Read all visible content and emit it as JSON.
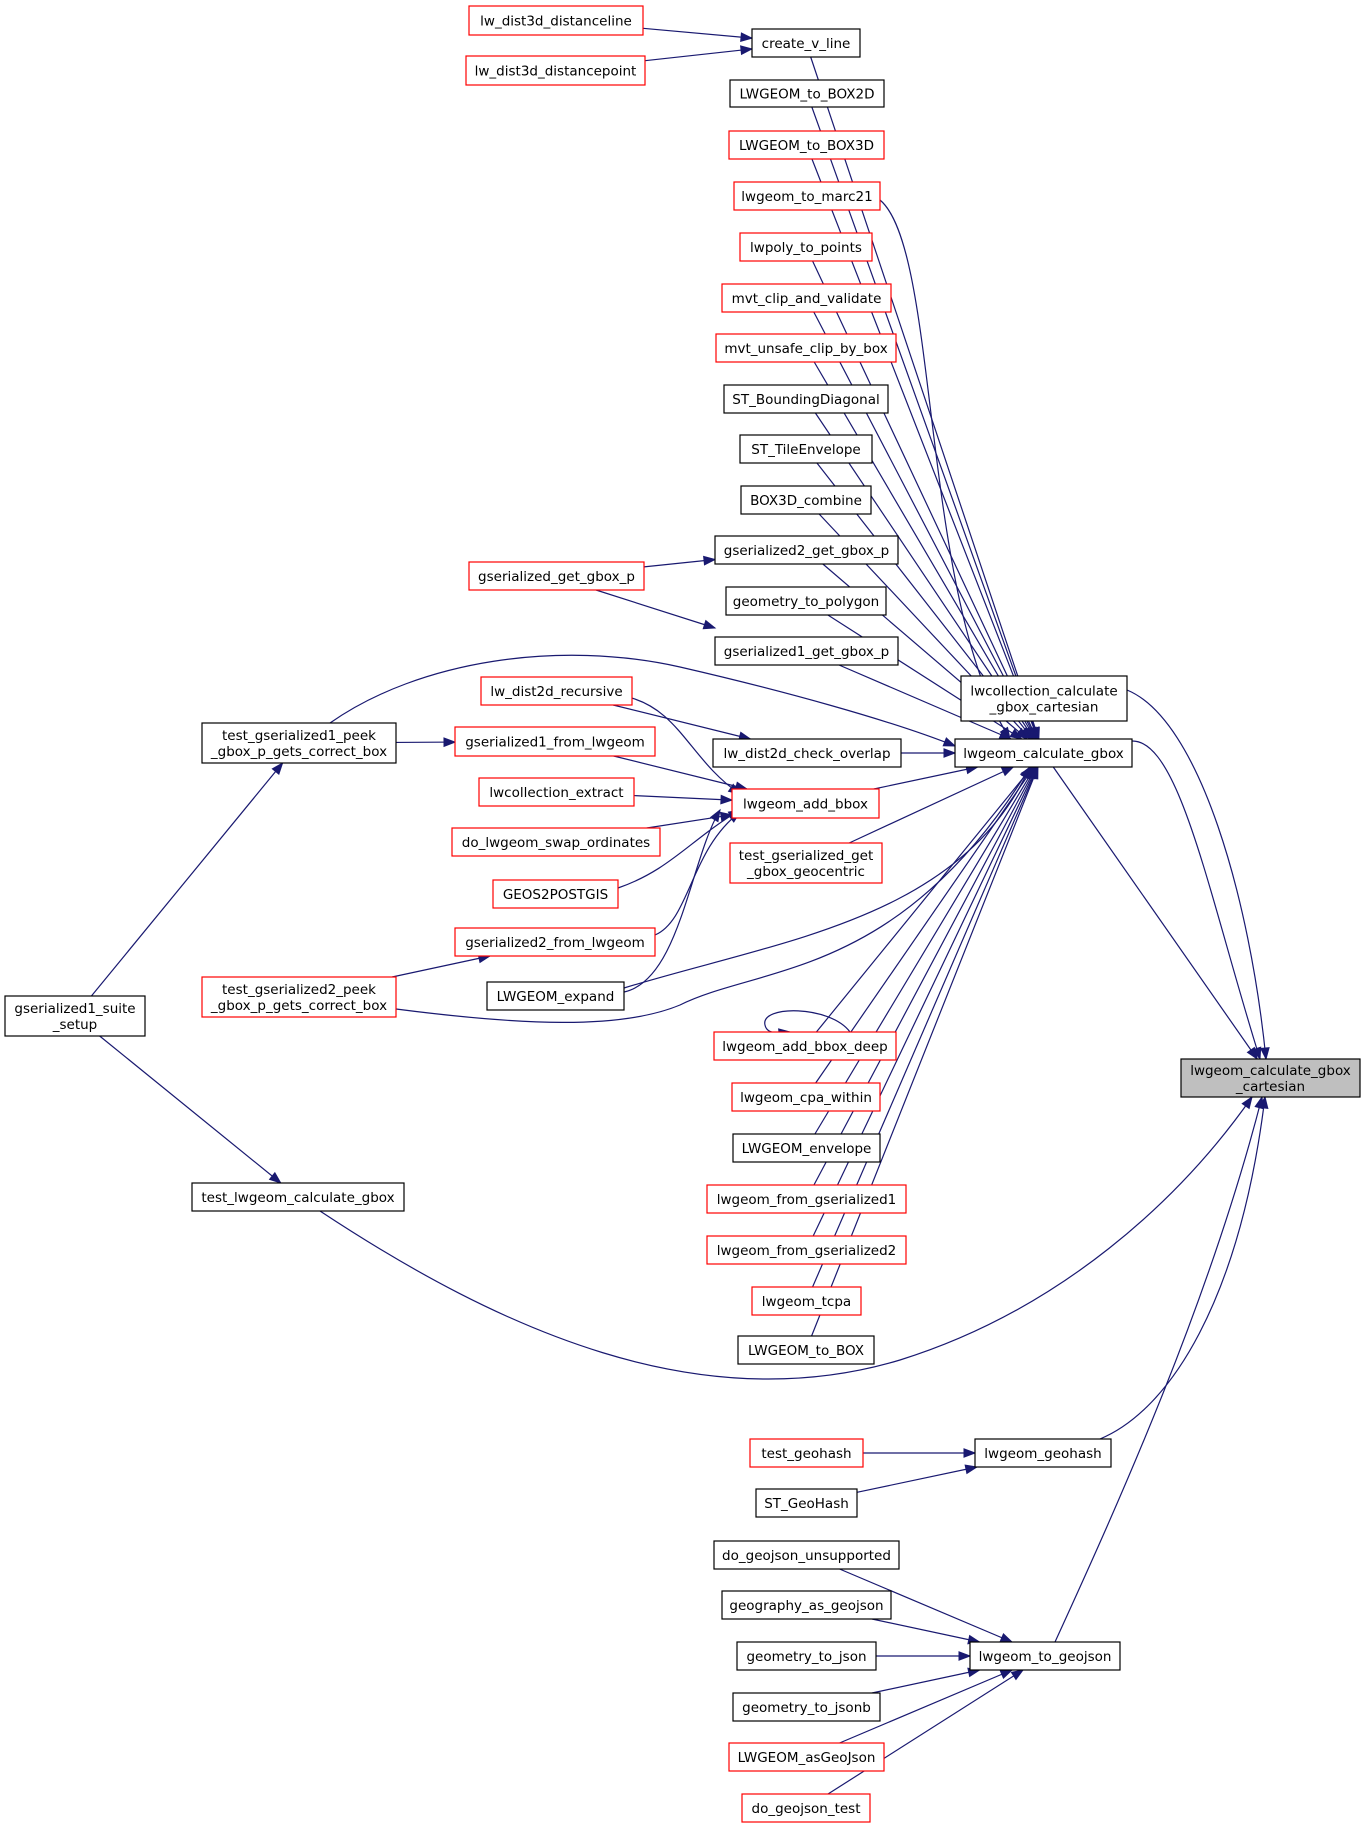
{
  "colors": {
    "edge": "#191970",
    "node_border_default": "#000000",
    "node_border_truncated": "#ff0000",
    "focus_fill": "#bfbfbf",
    "node_fill": "#ffffff"
  },
  "nodes": [
    {
      "id": "lw_dist3d_distanceline",
      "lines": [
        "lw_dist3d_distanceline"
      ],
      "border": "red"
    },
    {
      "id": "lw_dist3d_distancepoint",
      "lines": [
        "lw_dist3d_distancepoint"
      ],
      "border": "red"
    },
    {
      "id": "create_v_line",
      "lines": [
        "create_v_line"
      ],
      "border": "black"
    },
    {
      "id": "LWGEOM_to_BOX2D",
      "lines": [
        "LWGEOM_to_BOX2D"
      ],
      "border": "black"
    },
    {
      "id": "LWGEOM_to_BOX3D",
      "lines": [
        "LWGEOM_to_BOX3D"
      ],
      "border": "red"
    },
    {
      "id": "lwgeom_to_marc21",
      "lines": [
        "lwgeom_to_marc21"
      ],
      "border": "red"
    },
    {
      "id": "lwpoly_to_points",
      "lines": [
        "lwpoly_to_points"
      ],
      "border": "red"
    },
    {
      "id": "mvt_clip_and_validate",
      "lines": [
        "mvt_clip_and_validate"
      ],
      "border": "red"
    },
    {
      "id": "mvt_unsafe_clip_by_box",
      "lines": [
        "mvt_unsafe_clip_by_box"
      ],
      "border": "red"
    },
    {
      "id": "ST_BoundingDiagonal",
      "lines": [
        "ST_BoundingDiagonal"
      ],
      "border": "black"
    },
    {
      "id": "ST_TileEnvelope",
      "lines": [
        "ST_TileEnvelope"
      ],
      "border": "black"
    },
    {
      "id": "BOX3D_combine",
      "lines": [
        "BOX3D_combine"
      ],
      "border": "black"
    },
    {
      "id": "gserialized2_get_gbox_p",
      "lines": [
        "gserialized2_get_gbox_p"
      ],
      "border": "black"
    },
    {
      "id": "gserialized_get_gbox_p",
      "lines": [
        "gserialized_get_gbox_p"
      ],
      "border": "red"
    },
    {
      "id": "geometry_to_polygon",
      "lines": [
        "geometry_to_polygon"
      ],
      "border": "black"
    },
    {
      "id": "gserialized1_get_gbox_p",
      "lines": [
        "gserialized1_get_gbox_p"
      ],
      "border": "black"
    },
    {
      "id": "lwcollection_calculate_gbox_cartesian",
      "lines": [
        "lwcollection_calculate",
        "_gbox_cartesian"
      ],
      "border": "black"
    },
    {
      "id": "lw_dist2d_recursive",
      "lines": [
        "lw_dist2d_recursive"
      ],
      "border": "red"
    },
    {
      "id": "test_gserialized1_peek",
      "lines": [
        "test_gserialized1_peek",
        "_gbox_p_gets_correct_box"
      ],
      "border": "black"
    },
    {
      "id": "gserialized1_from_lwgeom",
      "lines": [
        "gserialized1_from_lwgeom"
      ],
      "border": "red"
    },
    {
      "id": "lw_dist2d_check_overlap",
      "lines": [
        "lw_dist2d_check_overlap"
      ],
      "border": "black"
    },
    {
      "id": "lwgeom_calculate_gbox",
      "lines": [
        "lwgeom_calculate_gbox"
      ],
      "border": "black"
    },
    {
      "id": "lwcollection_extract",
      "lines": [
        "lwcollection_extract"
      ],
      "border": "red"
    },
    {
      "id": "lwgeom_add_bbox",
      "lines": [
        "lwgeom_add_bbox"
      ],
      "border": "red"
    },
    {
      "id": "do_lwgeom_swap_ordinates",
      "lines": [
        "do_lwgeom_swap_ordinates"
      ],
      "border": "red"
    },
    {
      "id": "test_gserialized_get_gbox_geocentric",
      "lines": [
        "test_gserialized_get",
        "_gbox_geocentric"
      ],
      "border": "red"
    },
    {
      "id": "GEOS2POSTGIS",
      "lines": [
        "GEOS2POSTGIS"
      ],
      "border": "red"
    },
    {
      "id": "gserialized2_from_lwgeom",
      "lines": [
        "gserialized2_from_lwgeom"
      ],
      "border": "red"
    },
    {
      "id": "test_gserialized2_peek",
      "lines": [
        "test_gserialized2_peek",
        "_gbox_p_gets_correct_box"
      ],
      "border": "red"
    },
    {
      "id": "LWGEOM_expand",
      "lines": [
        "LWGEOM_expand"
      ],
      "border": "black"
    },
    {
      "id": "gserialized1_suite_setup",
      "lines": [
        "gserialized1_suite",
        "_setup"
      ],
      "border": "black"
    },
    {
      "id": "lwgeom_add_bbox_deep",
      "lines": [
        "lwgeom_add_bbox_deep"
      ],
      "border": "red"
    },
    {
      "id": "lwgeom_calculate_gbox_cartesian",
      "lines": [
        "lwgeom_calculate_gbox",
        "_cartesian"
      ],
      "border": "black",
      "focus": true
    },
    {
      "id": "lwgeom_cpa_within",
      "lines": [
        "lwgeom_cpa_within"
      ],
      "border": "red"
    },
    {
      "id": "LWGEOM_envelope",
      "lines": [
        "LWGEOM_envelope"
      ],
      "border": "black"
    },
    {
      "id": "test_lwgeom_calculate_gbox",
      "lines": [
        "test_lwgeom_calculate_gbox"
      ],
      "border": "black"
    },
    {
      "id": "lwgeom_from_gserialized1",
      "lines": [
        "lwgeom_from_gserialized1"
      ],
      "border": "red"
    },
    {
      "id": "lwgeom_from_gserialized2",
      "lines": [
        "lwgeom_from_gserialized2"
      ],
      "border": "red"
    },
    {
      "id": "lwgeom_tcpa",
      "lines": [
        "lwgeom_tcpa"
      ],
      "border": "red"
    },
    {
      "id": "LWGEOM_to_BOX",
      "lines": [
        "LWGEOM_to_BOX"
      ],
      "border": "black"
    },
    {
      "id": "test_geohash",
      "lines": [
        "test_geohash"
      ],
      "border": "red"
    },
    {
      "id": "lwgeom_geohash",
      "lines": [
        "lwgeom_geohash"
      ],
      "border": "black"
    },
    {
      "id": "ST_GeoHash",
      "lines": [
        "ST_GeoHash"
      ],
      "border": "black"
    },
    {
      "id": "do_geojson_unsupported",
      "lines": [
        "do_geojson_unsupported"
      ],
      "border": "black"
    },
    {
      "id": "geography_as_geojson",
      "lines": [
        "geography_as_geojson"
      ],
      "border": "black"
    },
    {
      "id": "geometry_to_json",
      "lines": [
        "geometry_to_json"
      ],
      "border": "black"
    },
    {
      "id": "lwgeom_to_geojson",
      "lines": [
        "lwgeom_to_geojson"
      ],
      "border": "black"
    },
    {
      "id": "geometry_to_jsonb",
      "lines": [
        "geometry_to_jsonb"
      ],
      "border": "black"
    },
    {
      "id": "LWGEOM_asGeoJson",
      "lines": [
        "LWGEOM_asGeoJson"
      ],
      "border": "red"
    },
    {
      "id": "do_geojson_test",
      "lines": [
        "do_geojson_test"
      ],
      "border": "red"
    }
  ],
  "edges": [
    {
      "from": "lw_dist3d_distanceline",
      "to": "create_v_line"
    },
    {
      "from": "lw_dist3d_distancepoint",
      "to": "create_v_line"
    },
    {
      "from": "create_v_line",
      "to": "lwgeom_calculate_gbox"
    },
    {
      "from": "LWGEOM_to_BOX2D",
      "to": "lwgeom_calculate_gbox"
    },
    {
      "from": "LWGEOM_to_BOX3D",
      "to": "lwgeom_calculate_gbox"
    },
    {
      "from": "lwgeom_to_marc21",
      "to": "lwgeom_calculate_gbox"
    },
    {
      "from": "lwpoly_to_points",
      "to": "lwgeom_calculate_gbox"
    },
    {
      "from": "mvt_clip_and_validate",
      "to": "lwgeom_calculate_gbox"
    },
    {
      "from": "mvt_unsafe_clip_by_box",
      "to": "lwgeom_calculate_gbox"
    },
    {
      "from": "ST_BoundingDiagonal",
      "to": "lwgeom_calculate_gbox"
    },
    {
      "from": "ST_TileEnvelope",
      "to": "lwgeom_calculate_gbox"
    },
    {
      "from": "BOX3D_combine",
      "to": "lwgeom_calculate_gbox"
    },
    {
      "from": "gserialized_get_gbox_p",
      "to": "gserialized2_get_gbox_p"
    },
    {
      "from": "gserialized_get_gbox_p",
      "to": "gserialized1_get_gbox_p"
    },
    {
      "from": "gserialized2_get_gbox_p",
      "to": "lwgeom_calculate_gbox"
    },
    {
      "from": "geometry_to_polygon",
      "to": "lwgeom_calculate_gbox"
    },
    {
      "from": "gserialized1_get_gbox_p",
      "to": "lwgeom_calculate_gbox"
    },
    {
      "from": "test_gserialized1_peek",
      "to": "lwgeom_calculate_gbox"
    },
    {
      "from": "test_gserialized1_peek",
      "to": "gserialized1_from_lwgeom"
    },
    {
      "from": "lw_dist2d_recursive",
      "to": "lw_dist2d_check_overlap"
    },
    {
      "from": "lw_dist2d_recursive",
      "to": "lwgeom_add_bbox"
    },
    {
      "from": "lw_dist2d_check_overlap",
      "to": "lwgeom_calculate_gbox"
    },
    {
      "from": "gserialized1_from_lwgeom",
      "to": "lwgeom_add_bbox"
    },
    {
      "from": "lwcollection_extract",
      "to": "lwgeom_add_bbox"
    },
    {
      "from": "do_lwgeom_swap_ordinates",
      "to": "lwgeom_add_bbox"
    },
    {
      "from": "GEOS2POSTGIS",
      "to": "lwgeom_add_bbox"
    },
    {
      "from": "gserialized2_from_lwgeom",
      "to": "lwgeom_add_bbox"
    },
    {
      "from": "LWGEOM_expand",
      "to": "lwgeom_add_bbox"
    },
    {
      "from": "lwgeom_add_bbox",
      "to": "lwgeom_calculate_gbox"
    },
    {
      "from": "test_gserialized_get_gbox_geocentric",
      "to": "lwgeom_calculate_gbox"
    },
    {
      "from": "test_gserialized2_peek",
      "to": "gserialized2_from_lwgeom"
    },
    {
      "from": "test_gserialized2_peek",
      "to": "lwgeom_calculate_gbox"
    },
    {
      "from": "LWGEOM_expand",
      "to": "lwgeom_calculate_gbox"
    },
    {
      "from": "gserialized1_suite_setup",
      "to": "test_gserialized1_peek"
    },
    {
      "from": "gserialized1_suite_setup",
      "to": "test_lwgeom_calculate_gbox"
    },
    {
      "from": "lwgeom_add_bbox_deep",
      "to": "lwgeom_add_bbox_deep"
    },
    {
      "from": "lwgeom_add_bbox_deep",
      "to": "lwgeom_calculate_gbox"
    },
    {
      "from": "lwgeom_cpa_within",
      "to": "lwgeom_calculate_gbox"
    },
    {
      "from": "LWGEOM_envelope",
      "to": "lwgeom_calculate_gbox"
    },
    {
      "from": "lwgeom_from_gserialized1",
      "to": "lwgeom_calculate_gbox"
    },
    {
      "from": "lwgeom_from_gserialized2",
      "to": "lwgeom_calculate_gbox"
    },
    {
      "from": "lwgeom_tcpa",
      "to": "lwgeom_calculate_gbox"
    },
    {
      "from": "LWGEOM_to_BOX",
      "to": "lwgeom_calculate_gbox"
    },
    {
      "from": "lwgeom_calculate_gbox",
      "to": "lwcollection_calculate_gbox_cartesian"
    },
    {
      "from": "lwcollection_calculate_gbox_cartesian",
      "to": "lwgeom_calculate_gbox_cartesian"
    },
    {
      "from": "lwgeom_calculate_gbox",
      "to": "lwgeom_calculate_gbox_cartesian"
    },
    {
      "from": "test_lwgeom_calculate_gbox",
      "to": "lwgeom_calculate_gbox_cartesian"
    },
    {
      "from": "test_geohash",
      "to": "lwgeom_geohash"
    },
    {
      "from": "ST_GeoHash",
      "to": "lwgeom_geohash"
    },
    {
      "from": "lwgeom_geohash",
      "to": "lwgeom_calculate_gbox_cartesian"
    },
    {
      "from": "do_geojson_unsupported",
      "to": "lwgeom_to_geojson"
    },
    {
      "from": "geography_as_geojson",
      "to": "lwgeom_to_geojson"
    },
    {
      "from": "geometry_to_json",
      "to": "lwgeom_to_geojson"
    },
    {
      "from": "geometry_to_jsonb",
      "to": "lwgeom_to_geojson"
    },
    {
      "from": "LWGEOM_asGeoJson",
      "to": "lwgeom_to_geojson"
    },
    {
      "from": "do_geojson_test",
      "to": "lwgeom_to_geojson"
    },
    {
      "from": "lwgeom_to_geojson",
      "to": "lwgeom_calculate_gbox_cartesian"
    }
  ]
}
